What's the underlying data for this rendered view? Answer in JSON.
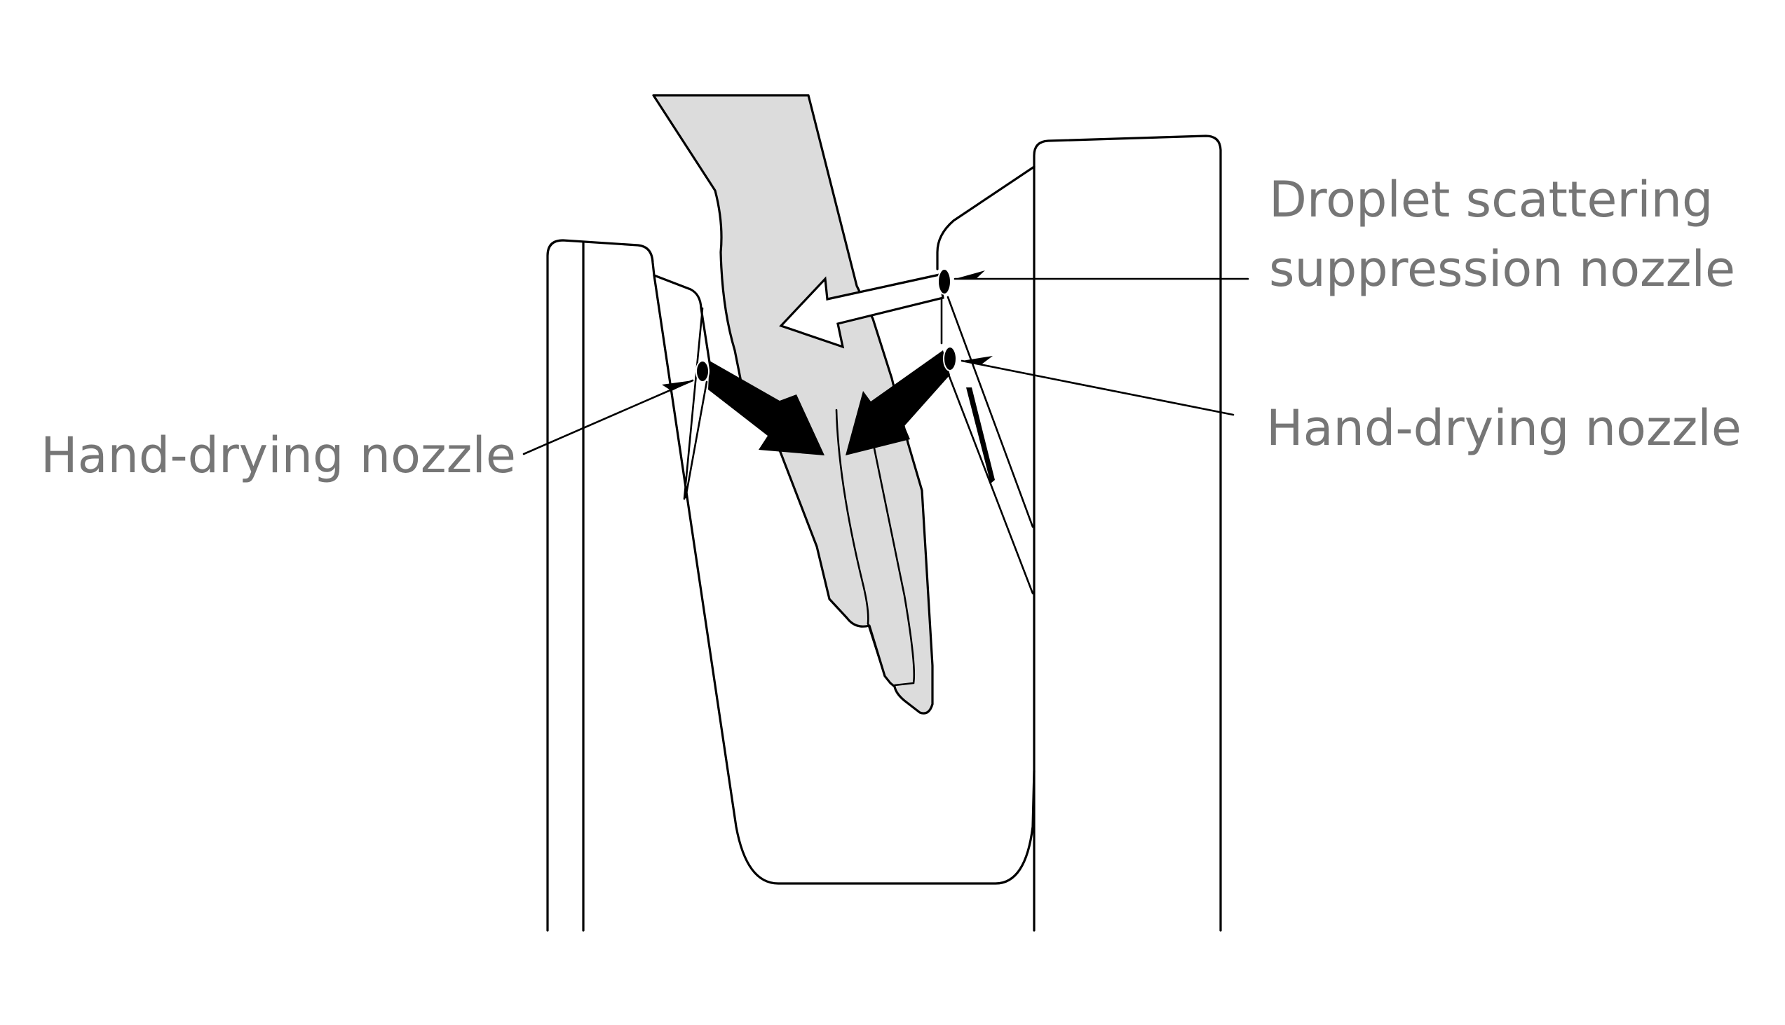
{
  "diagram": {
    "title": "",
    "subject": "Hand dryer cross-section with hand inserted",
    "colors": {
      "background": "#ffffff",
      "label_text": "#767676",
      "outline": "#000000",
      "hand_fill": "#dcdcdc"
    },
    "labels": {
      "droplet_nozzle": {
        "line1": "Droplet scattering",
        "line2": "suppression nozzle"
      },
      "hand_drying_right": "Hand-drying nozzle",
      "hand_drying_left": "Hand-drying nozzle"
    },
    "components": [
      {
        "id": "left-housing",
        "kind": "panel"
      },
      {
        "id": "right-housing",
        "kind": "panel"
      },
      {
        "id": "basin",
        "kind": "hand-slot"
      },
      {
        "id": "hand",
        "kind": "illustration"
      },
      {
        "id": "left-hand-drying-nozzle",
        "kind": "nozzle",
        "airflow": "black arrow toward hand"
      },
      {
        "id": "right-hand-drying-nozzle",
        "kind": "nozzle",
        "airflow": "black arrow toward hand"
      },
      {
        "id": "droplet-suppression-nozzle",
        "kind": "nozzle",
        "airflow": "white arrow toward wrist"
      }
    ]
  }
}
